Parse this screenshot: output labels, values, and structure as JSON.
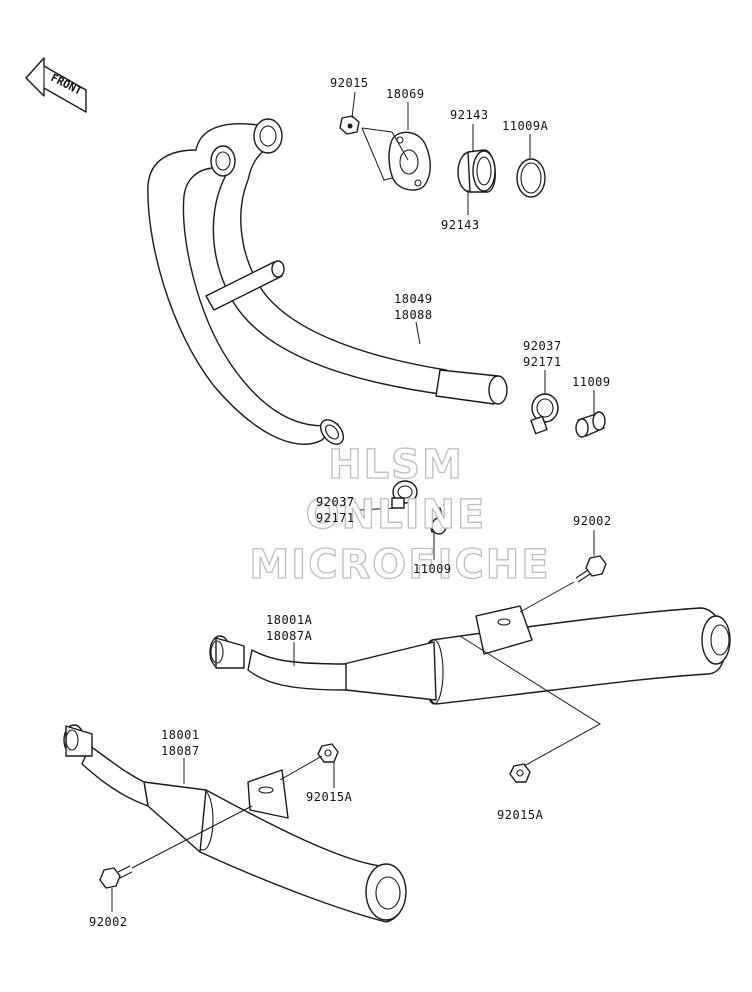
{
  "front_arrow": {
    "label": "FRONT"
  },
  "watermark": {
    "line1": "HLSM",
    "line2": "ONLINE",
    "line3": "MICROFICHE"
  },
  "parts": {
    "p92015_top": "92015",
    "p18069": "18069",
    "p92143_a": "92143",
    "p11009A": "11009A",
    "p92143_b": "92143",
    "p18049": "18049",
    "p18088": "18088",
    "p92037_a": "92037",
    "p92171_a": "92171",
    "p11009_a": "11009",
    "p92037_b": "92037",
    "p92171_b": "92171",
    "p11009_b": "11009",
    "p92002_a": "92002",
    "p18001A": "18001A",
    "p18087A": "18087A",
    "p18001": "18001",
    "p18087": "18087",
    "p92015A_a": "92015A",
    "p92015A_b": "92015A",
    "p92002_b": "92002"
  }
}
